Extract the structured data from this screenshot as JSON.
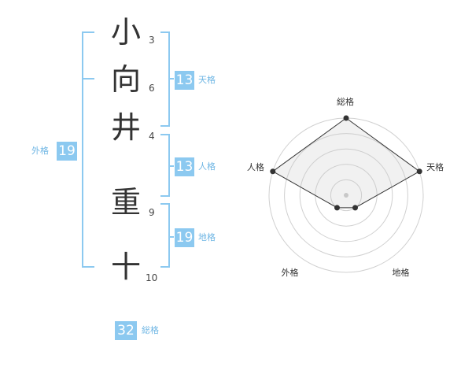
{
  "name": {
    "chars": [
      {
        "char": "小",
        "strokes": "3"
      },
      {
        "char": "向",
        "strokes": "6"
      },
      {
        "char": "井",
        "strokes": "4"
      },
      {
        "char": "重",
        "strokes": "9"
      },
      {
        "char": "十",
        "strokes": "10"
      }
    ]
  },
  "fortune": {
    "tenkaku": {
      "value": "13",
      "label": "天格"
    },
    "jinkaku": {
      "value": "13",
      "label": "人格"
    },
    "chikaku": {
      "value": "19",
      "label": "地格"
    },
    "gaikaku": {
      "value": "19",
      "label": "外格"
    },
    "soukaku": {
      "value": "32",
      "label": "総格"
    }
  },
  "colors": {
    "accent": "#8cc9f0",
    "accent_text": "#6fb6e4"
  },
  "chart_data": {
    "type": "radar",
    "axes": [
      "総格",
      "天格",
      "地格",
      "外格",
      "人格"
    ],
    "values": [
      5,
      5,
      1,
      1,
      5
    ],
    "rmax": 5,
    "grid": true
  }
}
